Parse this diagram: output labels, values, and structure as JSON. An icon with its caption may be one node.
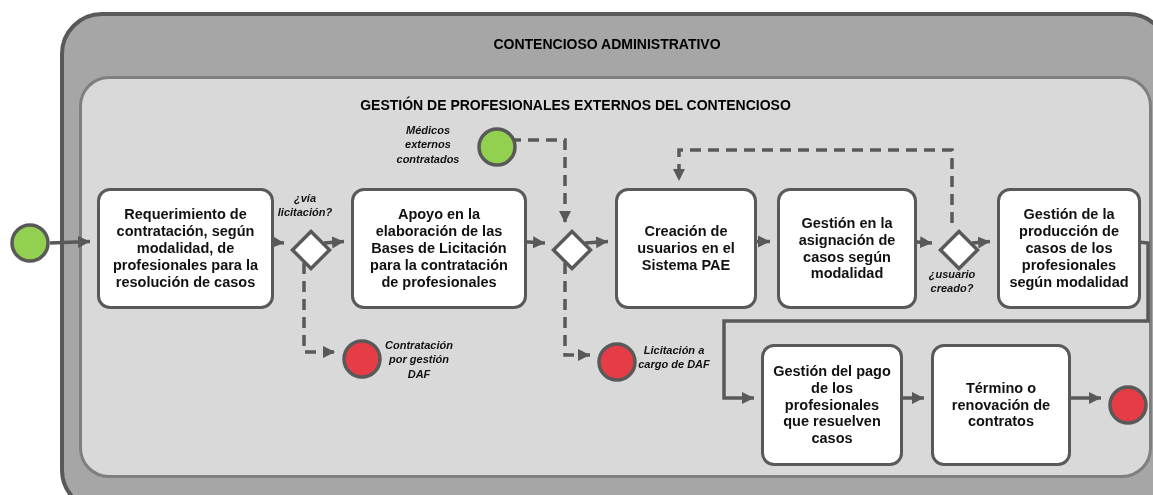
{
  "diagram": {
    "nodes": [
      {
        "text": [
          "CONTENCIOSO ADMINISTRATIVO"
        ]
      },
      {
        "text": [
          "GESTIÓN DE PROFESIONALES EXTERNOS DEL CONTENCIOSO"
        ],
        "in": 0
      },
      {
        "text": [],
        "shape": "circle"
      },
      {
        "text": [
          "Requerimiento de contratación, según modalidad, de profesionales para la resolución de casos"
        ],
        "in": 1
      },
      {
        "text": [],
        "shape": "diamond",
        "in": 1
      },
      {
        "text": [],
        "shape": "circle",
        "beside": [
          "Contratación por gestión DAF"
        ],
        "in": 1
      },
      {
        "text": [
          "Apoyo en la elaboración de las Bases de Licitación para la contratación de profesionales"
        ],
        "in": 1
      },
      {
        "text": [],
        "shape": "circle",
        "beside": [
          "Médicos externos contratados"
        ],
        "in": 1
      },
      {
        "text": [],
        "shape": "diamond",
        "in": 1
      },
      {
        "text": [],
        "shape": "circle",
        "beside": [
          "Licitación a cargo de DAF"
        ],
        "in": 1
      },
      {
        "text": [
          "Creación de usuarios en el Sistema PAE"
        ],
        "in": 1
      },
      {
        "text": [
          "Gestión en la asignación de casos según modalidad"
        ],
        "in": 1
      },
      {
        "text": [],
        "shape": "diamond",
        "beside": [
          "¿usuario creado?"
        ],
        "in": 1
      },
      {
        "text": [
          "Gestión de la producción de casos de los profesionales según modalidad"
        ],
        "in": 1
      },
      {
        "text": [
          "Gestión del pago de los profesionales que resuelven casos"
        ],
        "in": 1
      },
      {
        "text": [
          "Término o renovación de contratos"
        ],
        "in": 1
      },
      {
        "text": [],
        "shape": "circle",
        "in": 1
      }
    ],
    "edges": [
      {
        "from": 2,
        "to": 3,
        "arrow": "to"
      },
      {
        "from": 3,
        "to": 4,
        "arrow": "to"
      },
      {
        "from": 4,
        "to": 6,
        "arrow": "to"
      },
      {
        "from": 4,
        "to": 5,
        "arrow": "to",
        "style": "dashed"
      },
      {
        "from": 6,
        "to": 8,
        "arrow": "to"
      },
      {
        "from": 7,
        "to": 8,
        "arrow": "to",
        "style": "dashed"
      },
      {
        "from": 8,
        "to": 10,
        "arrow": "to"
      },
      {
        "from": 8,
        "to": 9,
        "arrow": "to",
        "style": "dashed"
      },
      {
        "from": 10,
        "to": 11,
        "arrow": "to"
      },
      {
        "from": 11,
        "to": 12,
        "arrow": "to"
      },
      {
        "from": 12,
        "to": 13,
        "arrow": "to"
      },
      {
        "from": 12,
        "to": 10,
        "arrow": "to",
        "style": "dashed"
      },
      {
        "from": 13,
        "to": 14,
        "arrow": "to"
      },
      {
        "from": 14,
        "to": 15,
        "arrow": "to"
      },
      {
        "from": 15,
        "to": 16,
        "arrow": "to"
      }
    ],
    "labels": [
      "¿vía licitación?"
    ]
  }
}
